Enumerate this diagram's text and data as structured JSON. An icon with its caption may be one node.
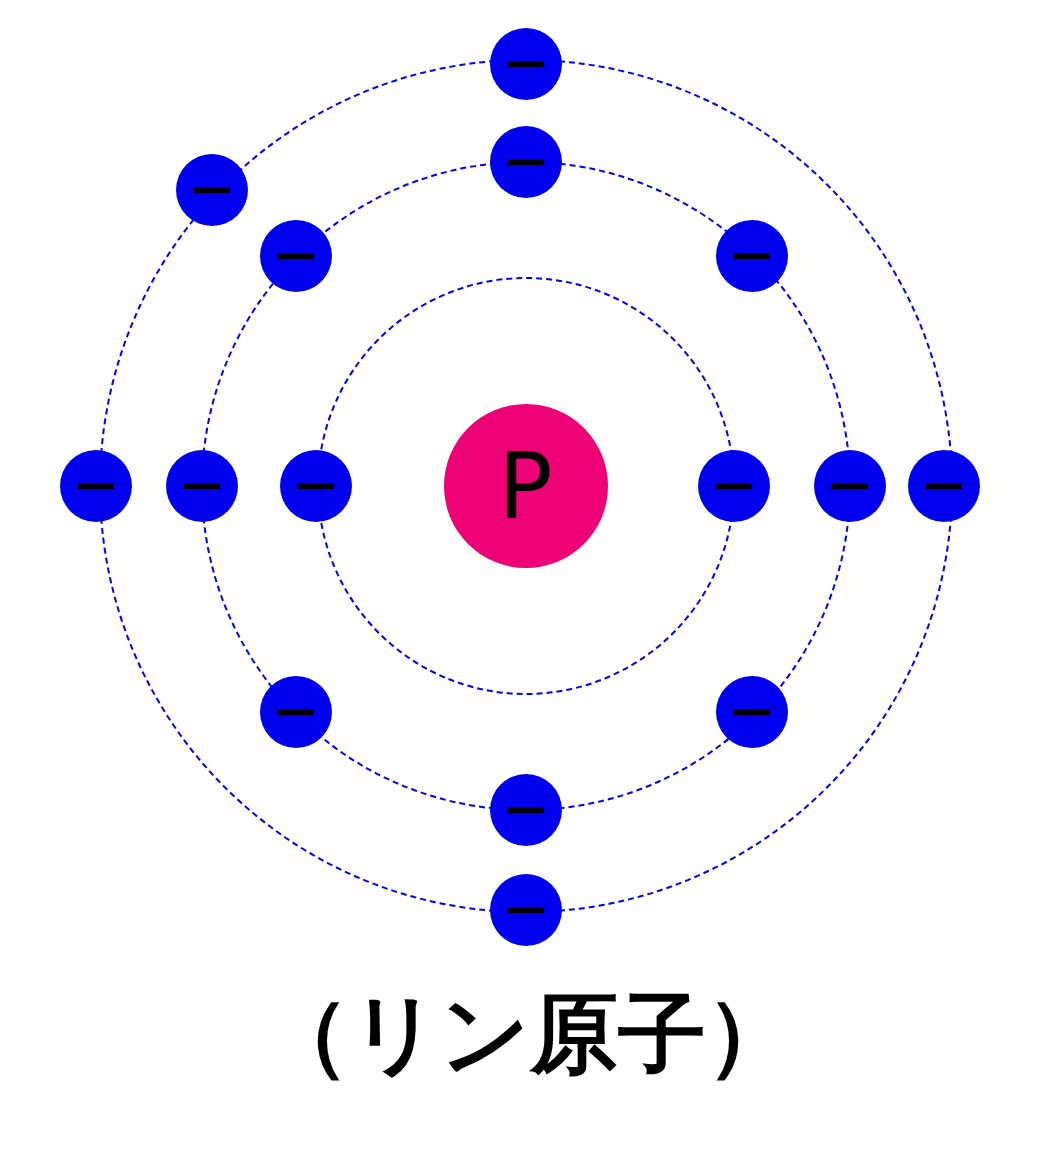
{
  "diagram": {
    "caption": "（リン原子）",
    "nodes": [
      {
        "text": [
          "P"
        ]
      },
      {
        "text": [],
        "shape": "circle"
      },
      {
        "text": [],
        "shape": "circle"
      },
      {
        "text": [],
        "shape": "circle"
      },
      {
        "text": [],
        "shape": "circle"
      },
      {
        "text": [],
        "shape": "circle"
      },
      {
        "text": [],
        "shape": "circle"
      },
      {
        "text": [],
        "shape": "circle"
      },
      {
        "text": [],
        "shape": "circle"
      },
      {
        "text": [],
        "shape": "circle"
      },
      {
        "text": [],
        "shape": "circle"
      },
      {
        "text": [],
        "shape": "circle"
      },
      {
        "text": [],
        "shape": "circle"
      },
      {
        "text": [],
        "shape": "circle"
      },
      {
        "text": [],
        "shape": "circle"
      },
      {
        "text": [],
        "shape": "circle"
      }
    ]
  }
}
